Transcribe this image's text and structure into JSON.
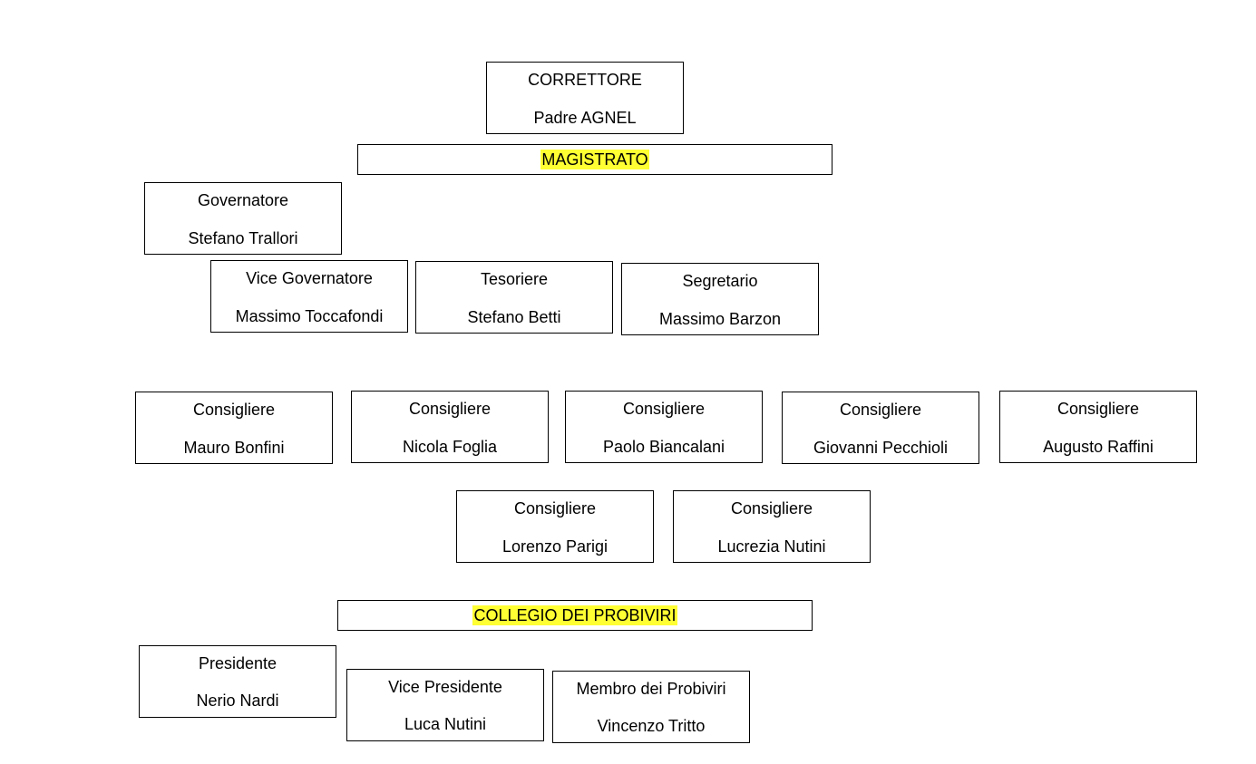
{
  "highlight_color": "#ffff33",
  "correttore": {
    "role": "CORRETTORE",
    "name": "Padre AGNEL"
  },
  "magistrato": {
    "label": "MAGISTRATO"
  },
  "governatore": {
    "role": "Governatore",
    "name": "Stefano Trallori"
  },
  "vice_governatore": {
    "role": "Vice Governatore",
    "name": "Massimo Toccafondi"
  },
  "tesoriere": {
    "role": "Tesoriere",
    "name": "Stefano Betti"
  },
  "segretario": {
    "role": "Segretario",
    "name": "Massimo Barzon"
  },
  "consiglieri": [
    {
      "role": "Consigliere",
      "name": "Mauro Bonfini"
    },
    {
      "role": "Consigliere",
      "name": "Nicola Foglia"
    },
    {
      "role": "Consigliere",
      "name": "Paolo Biancalani"
    },
    {
      "role": "Consigliere",
      "name": "Giovanni Pecchioli"
    },
    {
      "role": "Consigliere",
      "name": "Augusto Raffini"
    },
    {
      "role": "Consigliere",
      "name": "Lorenzo Parigi"
    },
    {
      "role": "Consigliere",
      "name": "Lucrezia Nutini"
    }
  ],
  "collegio": {
    "label": "COLLEGIO DEI PROBIVIRI"
  },
  "presidente": {
    "role": "Presidente",
    "name": "Nerio Nardi"
  },
  "vice_presidente": {
    "role": "Vice Presidente",
    "name": "Luca Nutini"
  },
  "membro_probiviri": {
    "role": "Membro dei Probiviri",
    "name": "Vincenzo Tritto"
  }
}
